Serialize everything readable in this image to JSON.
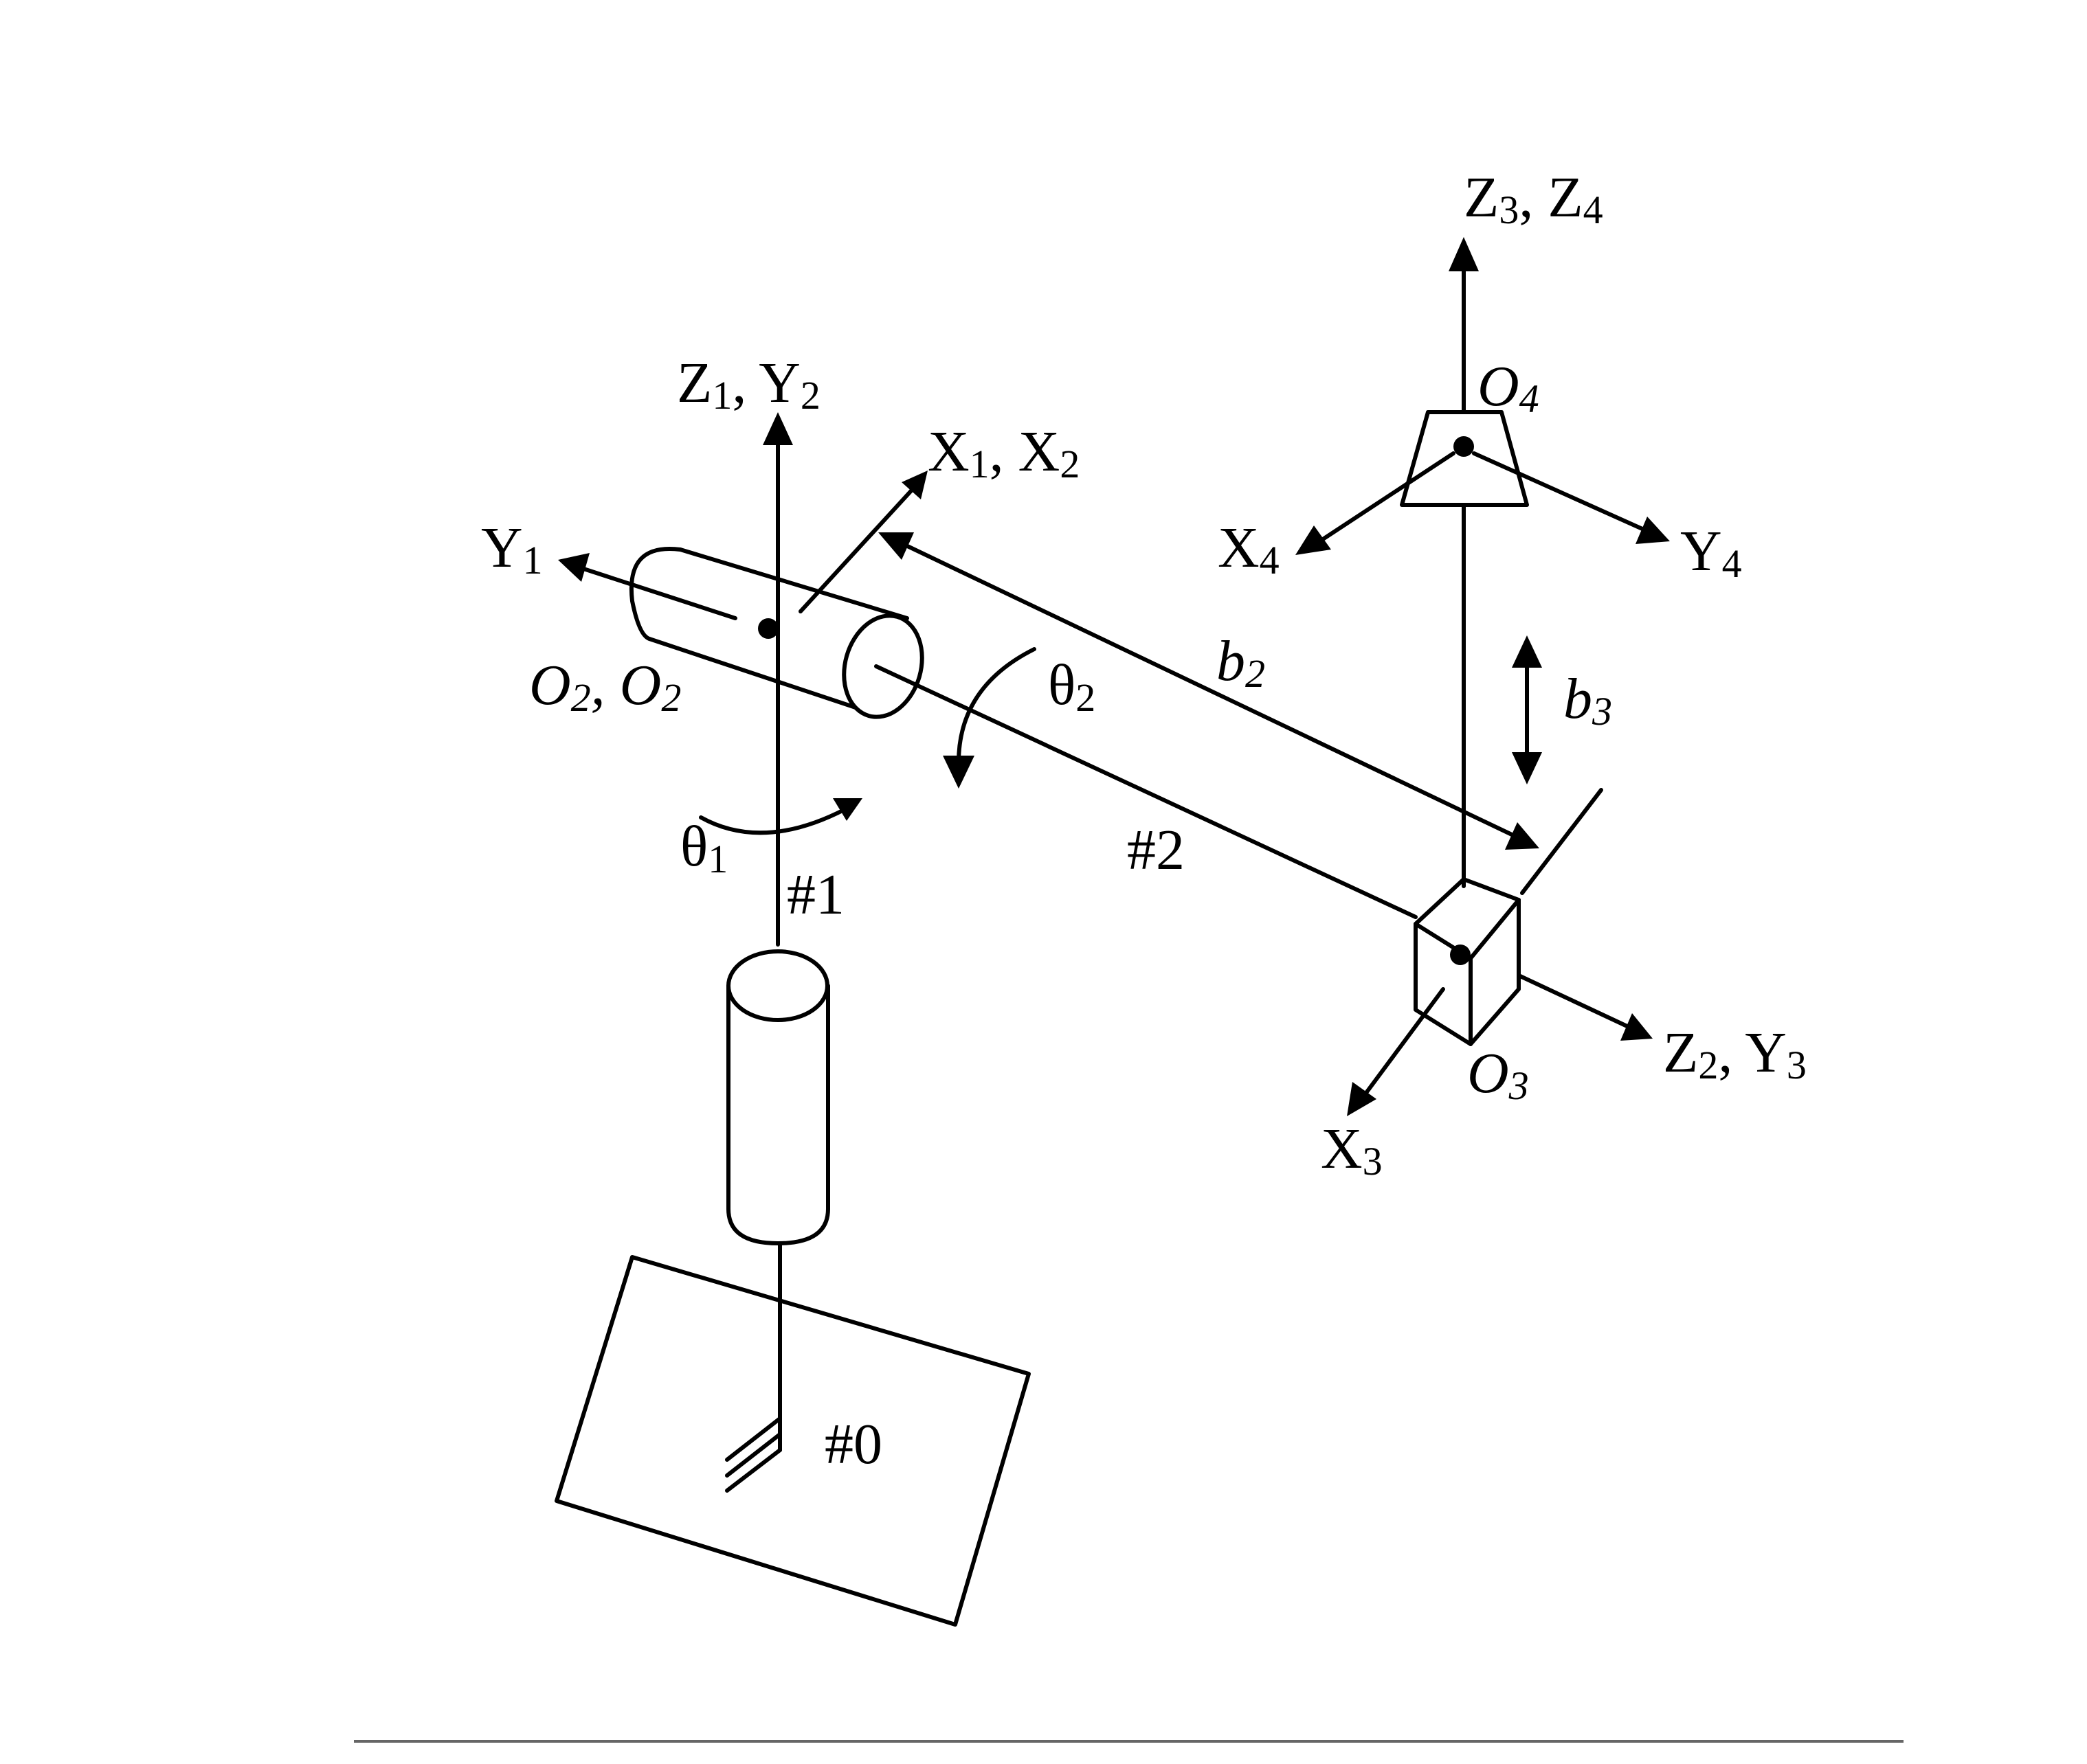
{
  "labels": {
    "z1y2": {
      "main1": "Z",
      "sub1": "1",
      "sep": ", Y",
      "sub2": "2"
    },
    "x1x2": {
      "main1": "X",
      "sub1": "1",
      "sep": ", X",
      "sub2": "2"
    },
    "y1": {
      "main1": "Y",
      "sub1": "1"
    },
    "o2o2": {
      "main1": "O",
      "sub1": "2",
      "sep": ", O",
      "sub2": "2"
    },
    "theta1": {
      "main1": "θ",
      "sub1": "1"
    },
    "theta2": {
      "main1": "θ",
      "sub1": "2"
    },
    "link1": "#1",
    "link2": "#2",
    "base": "#0",
    "b2": {
      "main1": "b",
      "sub1": "2"
    },
    "b3": {
      "main1": "b",
      "sub1": "3"
    },
    "z3z4": {
      "main1": "Z",
      "sub1": "3",
      "sep": ", Z",
      "sub2": "4"
    },
    "o4": {
      "main1": "O",
      "sub1": "4"
    },
    "x4": {
      "main1": "X",
      "sub1": "4"
    },
    "y4": {
      "main1": "Y",
      "sub1": "4"
    },
    "z2y3": {
      "main1": "Z",
      "sub1": "2",
      "sep": ", Y",
      "sub2": "3"
    },
    "o3": {
      "main1": "O",
      "sub1": "3"
    },
    "x3": {
      "main1": "X",
      "sub1": "3"
    }
  }
}
